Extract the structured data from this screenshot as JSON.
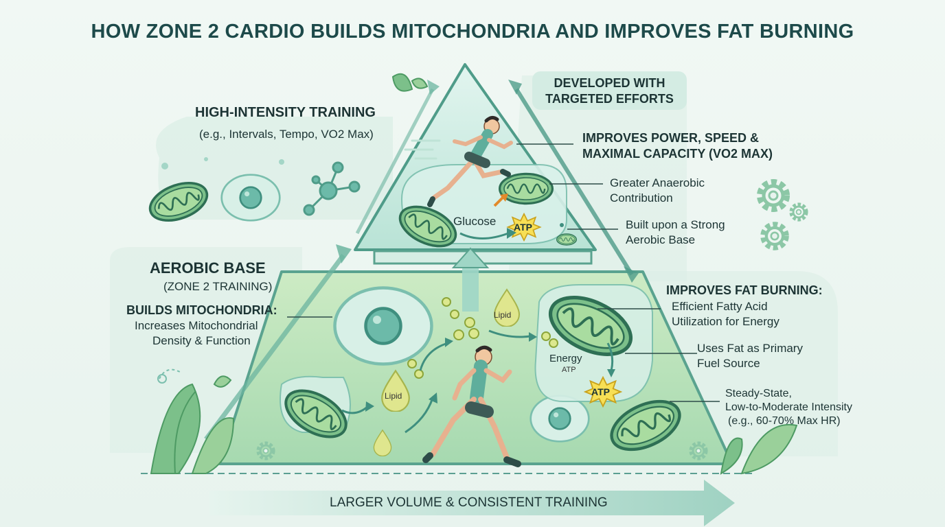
{
  "title": "HOW ZONE 2 CARDIO BUILDS MITOCHONDRIA AND IMPROVES FAT BURNING",
  "top_tier": {
    "heading": "HIGH-INTENSITY TRAINING",
    "examples": "(e.g., Intervals, Tempo, VO2 Max)",
    "banner_line1": "DEVELOPED WITH",
    "banner_line2": "TARGETED EFFORTS",
    "benefit_line1": "IMPROVES POWER, SPEED &",
    "benefit_line2": "MAXIMAL CAPACITY (VO2 MAX)",
    "point1_line1": "Greater Anaerobic",
    "point1_line2": "Contribution",
    "point2_line1": "Built upon a Strong",
    "point2_line2": "Aerobic Base",
    "glucose_label": "Glucose",
    "atp_label": "ATP"
  },
  "base_tier": {
    "heading": "AEROBIC BASE",
    "subheading": "(ZONE 2 TRAINING)",
    "builds_heading": "BUILDS MITOCHONDRIA:",
    "builds_line1": "Increases Mitochondrial",
    "builds_line2": "Density & Function",
    "fat_heading": "IMPROVES FAT BURNING:",
    "fat_line1": "Efficient Fatty Acid",
    "fat_line2": "Utilization for Energy",
    "fuel_line1": "Uses Fat as Primary",
    "fuel_line2": "Fuel Source",
    "intensity_line1": "Steady-State,",
    "intensity_line2": "Low-to-Moderate Intensity",
    "intensity_line3": "(e.g., 60-70% Max HR)",
    "lipid_label_1": "Lipid",
    "lipid_label_2": "Lipid",
    "energy_label": "Energy",
    "energy_sub": "ATP",
    "atp_label": "ATP"
  },
  "footer": {
    "arrow_label": "LARGER VOLUME & CONSISTENT TRAINING"
  },
  "colors": {
    "accent_teal": "#5fae9c",
    "dark_teal": "#2e7d6b",
    "pyramid_top": "#cfeee6",
    "pyramid_base": "#bfe3b4",
    "atp_burst": "#f7df55",
    "lipid_drop": "#dde58a",
    "text": "#1c3434"
  },
  "icons": [
    "leaf-icon",
    "mitochondrion-icon",
    "cell-icon",
    "molecule-icon",
    "gear-icon",
    "runner-icon",
    "lipid-drop-icon",
    "atp-burst-icon",
    "up-arrow-icon",
    "right-arrow-icon"
  ]
}
